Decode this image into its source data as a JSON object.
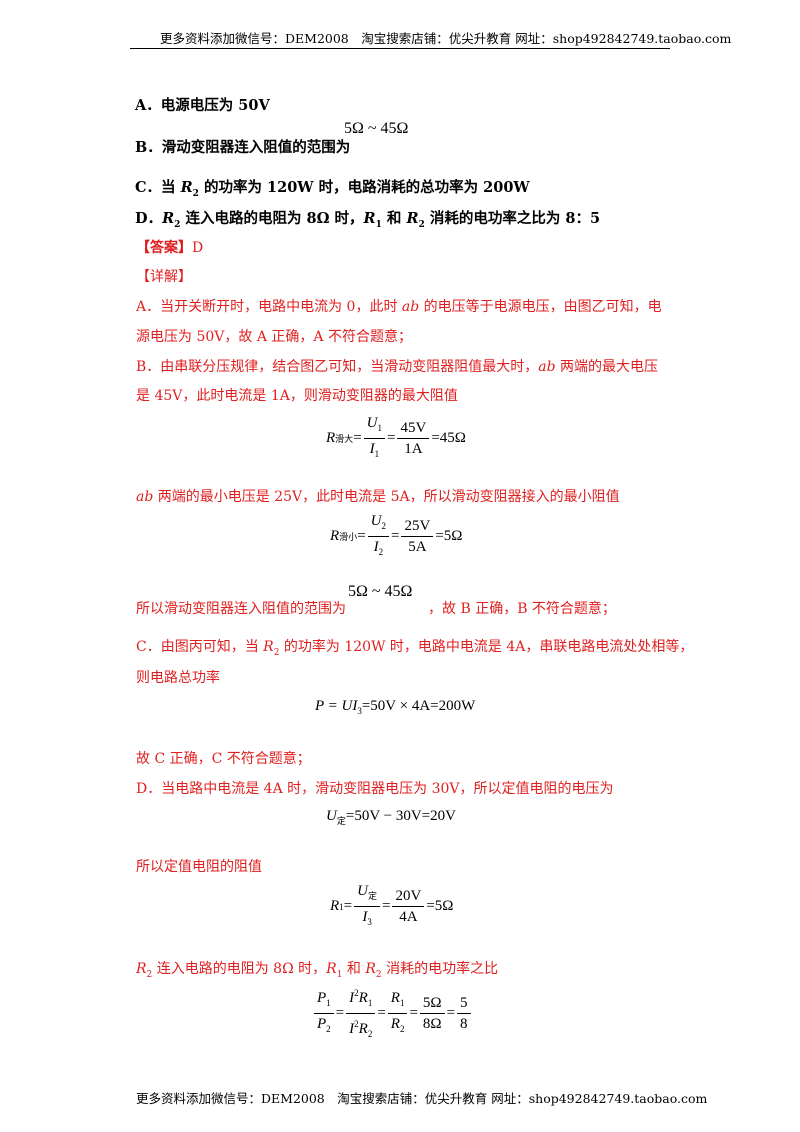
{
  "header_text": "更多资料添加微信号：DEM2008　淘宝搜索店铺：优尖升教育 网址：shop492842749.taobao.com",
  "footer_text": "更多资料添加微信号：DEM2008　淘宝搜索店铺：优尖升教育 网址：shop492842749.taobao.com",
  "options": {
    "a": "A．电源电压为 50V",
    "b_text": "B．滑动变阻器连入阻值的范围为",
    "b_range": "5Ω ~ 45Ω",
    "c_pre": "C．当 ",
    "c_post": " 的功率为 120W 时，电路消耗的总功率为 200W",
    "d_pre": "D．",
    "d_mid": " 连入电路的电阻为 8Ω 时，",
    "d_and": " 和 ",
    "d_post": " 消耗的电功率之比为 8：5"
  },
  "answer": {
    "label": "【答案】",
    "value": "D"
  },
  "detail": {
    "label": "【详解】",
    "a1_pre": "A．当开关断开时，电路中电流为 0，此时 ",
    "ab": "ab",
    "a1_post": " 的电压等于电源电压，由图乙可知，电",
    "a2": "源电压为 50V，故 A 正确，A 不符合题意；",
    "b1_pre": "B．由串联分压规律，结合图乙可知，当滑动变阻器阻值最大时，",
    "b1_post": " 两端的最大电压",
    "b2": "是 45V，此时电流是 1A，则滑动变阻器的最大阻值",
    "f1": {
      "lhs": "R",
      "lhs_sub": "滑大",
      "num1": "U",
      "num1_sub": "1",
      "den1": "I",
      "den1_sub": "1",
      "num2": "45V",
      "den2": "1A",
      "result": "=45Ω"
    },
    "b3_post": " 两端的最小电压是 25V，此时电流是 5A，所以滑动变阻器接入的最小阻值",
    "f2": {
      "lhs": "R",
      "lhs_sub": "滑小",
      "num1": "U",
      "num1_sub": "2",
      "den1": "I",
      "den1_sub": "2",
      "num2": "25V",
      "den2": "5A",
      "result": "=5Ω"
    },
    "b4_pre": "所以滑动变阻器连入阻值的范围为",
    "b4_range": "5Ω ~ 45Ω",
    "b4_post": "，故 B 正确，B 不符合题意；",
    "c1_pre": "C．由图丙可知，当 ",
    "c1_post": " 的功率为 120W 时，电路中电流是 4A，串联电路电流处处相等，",
    "c2": "则电路总功率",
    "f3": "P = UI",
    "f3_sub": "3",
    "f3_rest": "=50V × 4A=200W",
    "c3": "故 C 正确，C 不符合题意；",
    "d1": "D．当电路中电流是 4A 时，滑动变阻器电压为 30V，所以定值电阻的电压为",
    "f4_lhs": "U",
    "f4_sub": "定",
    "f4_rest": "=50V − 30V=20V",
    "d2": "所以定值电阻的阻值",
    "f5": {
      "lhs": "R",
      "lhs_sub": "1",
      "num1": "U",
      "num1_sub": "定",
      "den1": "I",
      "den1_sub": "3",
      "num2": "20V",
      "den2": "4A",
      "result": "=5Ω"
    },
    "d3_mid": " 连入电路的电阻为 8Ω 时，",
    "d3_and": " 和 ",
    "d3_post": " 消耗的电功率之比",
    "f6": {
      "p1": "P",
      "p1_sub": "1",
      "p2": "P",
      "p2_sub": "2",
      "i1": "I",
      "i_sup": "2",
      "r1": "R",
      "r1_sub": "1",
      "r2": "R",
      "r2_sub": "2",
      "v1": "5Ω",
      "v2": "8Ω",
      "n": "5",
      "d": "8"
    }
  },
  "sym": {
    "R": "R",
    "s1": "1",
    "s2": "2",
    "eq": "="
  }
}
